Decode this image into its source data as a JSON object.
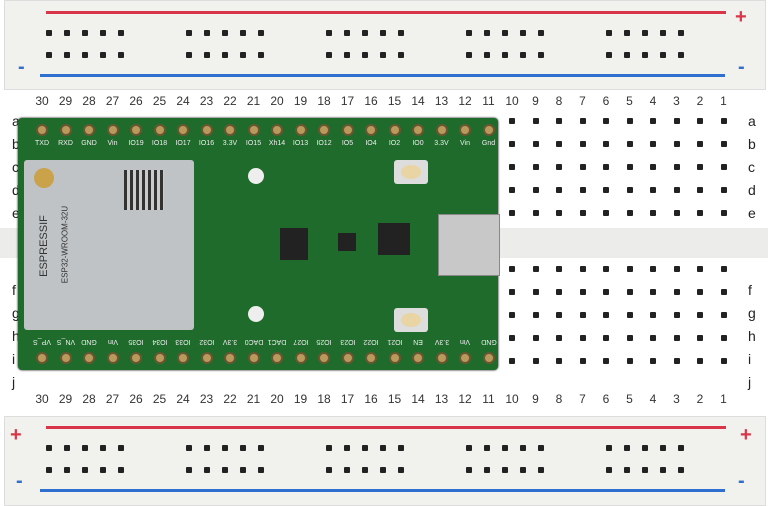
{
  "breadboard": {
    "columns": [
      "30",
      "29",
      "28",
      "27",
      "26",
      "25",
      "24",
      "23",
      "22",
      "21",
      "20",
      "19",
      "18",
      "17",
      "16",
      "15",
      "14",
      "13",
      "12",
      "11",
      "10",
      "9",
      "8",
      "7",
      "6",
      "5",
      "4",
      "3",
      "2",
      "1"
    ],
    "rows_top": [
      "a",
      "b",
      "c",
      "d",
      "e"
    ],
    "rows_bottom": [
      "f",
      "g",
      "h",
      "i",
      "j"
    ],
    "plus": "+",
    "minus": "-",
    "colors": {
      "red": "#d9364a",
      "blue": "#2e6fd0"
    }
  },
  "board": {
    "top_pins": [
      "TXD",
      "RXD",
      "GND",
      "Vin",
      "IO19",
      "IO18",
      "IO17",
      "IO16",
      "3.3V",
      "IO15",
      "Xh14",
      "IO13",
      "IO12",
      "IO5",
      "IO4",
      "IO2",
      "IO0",
      "3.3V",
      "Vin",
      "Gnd"
    ],
    "bottom_pins": [
      "VP_S",
      "VN_S",
      "GND",
      "Vin",
      "IO35",
      "IO34",
      "IO33",
      "IO32",
      "3.3V",
      "DAC0",
      "DAC1",
      "IO27",
      "IO25",
      "IO23",
      "IO22",
      "IO21",
      "EN",
      "3.3V",
      "Vin",
      "GND"
    ],
    "module_brand": "ESPRESSIF",
    "module_model": "ESP32-WROOM-32U"
  }
}
